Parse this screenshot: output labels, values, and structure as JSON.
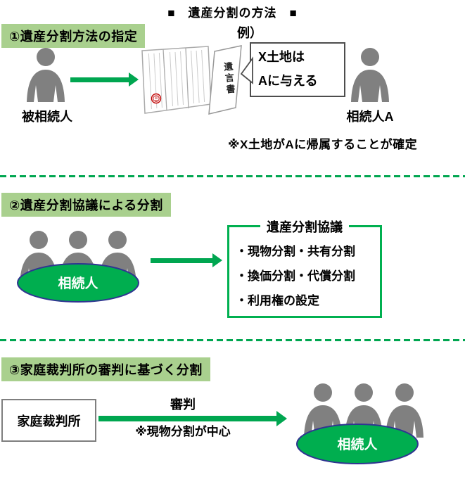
{
  "title": "■　遺産分割の方法　■",
  "colors": {
    "green": "#00a650",
    "green-box": "#00b050",
    "header-green": "#a9d08e",
    "ellipse-green": "#00ae4f",
    "ellipse-border": "#2f3591",
    "person-gray": "#808080",
    "stamp-red": "#c00000",
    "border-gray": "#7f7f7f",
    "bubble-border": "#4d4d4d"
  },
  "section1": {
    "header": "①遺産分割方法の指定",
    "example_label": "例）",
    "decedent_label": "被相続人",
    "will_label": "遺言書",
    "bubble": {
      "line1": "X土地は",
      "line2": "Aに与える"
    },
    "heir_label": "相続人A",
    "note": "※X土地がAに帰属することが確定"
  },
  "section2": {
    "header": "②遺産分割協議による分割",
    "group_label": "相続人",
    "box": {
      "title": "遺産分割協議",
      "items": [
        "・現物分割・共有分割",
        "・換価分割・代償分割",
        "・利用権の設定"
      ]
    }
  },
  "section3": {
    "header": "③家庭裁判所の審判に基づく分割",
    "court_label": "家庭裁判所",
    "arrow_label": "審判",
    "arrow_note": "※現物分割が中心",
    "group_label": "相続人"
  }
}
